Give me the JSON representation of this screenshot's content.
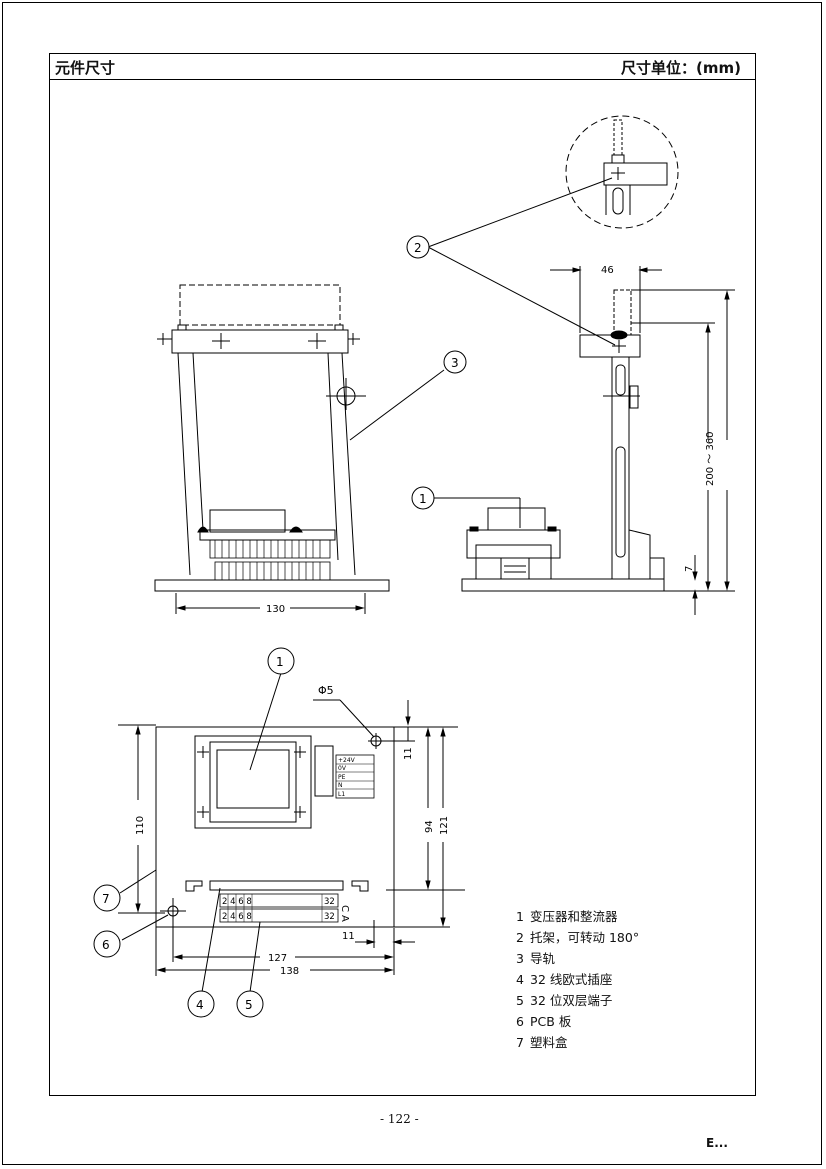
{
  "header": {
    "title": "元件尺寸",
    "unit": "尺寸单位：(mm)"
  },
  "callouts": [
    "1",
    "2",
    "3",
    "1",
    "7",
    "6",
    "4",
    "5"
  ],
  "dimensions": {
    "d46": "46",
    "d200_360": "200 ～ 360",
    "d7": "7",
    "d130": "130",
    "phi5": "Φ5",
    "d110": "110",
    "d11_top": "11",
    "d94": "94",
    "d121": "121",
    "d11_bottom": "11",
    "d127": "127",
    "d138": "138"
  },
  "transformer_labels": [
    "+24V",
    "0V",
    "PE",
    "N",
    "L1"
  ],
  "terminal_rows": [
    {
      "start": "2 4 6 8",
      "end": "32",
      "tag": "C"
    },
    {
      "start": "2 4 6 8",
      "end": "32",
      "tag": "A"
    }
  ],
  "legend": [
    {
      "num": "1",
      "text": "变压器和整流器"
    },
    {
      "num": "2",
      "text": "托架，可转动 180°"
    },
    {
      "num": "3",
      "text": "导轨"
    },
    {
      "num": "4",
      "text": "32 线欧式插座"
    },
    {
      "num": "5",
      "text": "32 位双层端子"
    },
    {
      "num": "6",
      "text": "PCB 板"
    },
    {
      "num": "7",
      "text": "塑料盒"
    }
  ],
  "page_number": "- 122 -",
  "corner_mark": "E..."
}
